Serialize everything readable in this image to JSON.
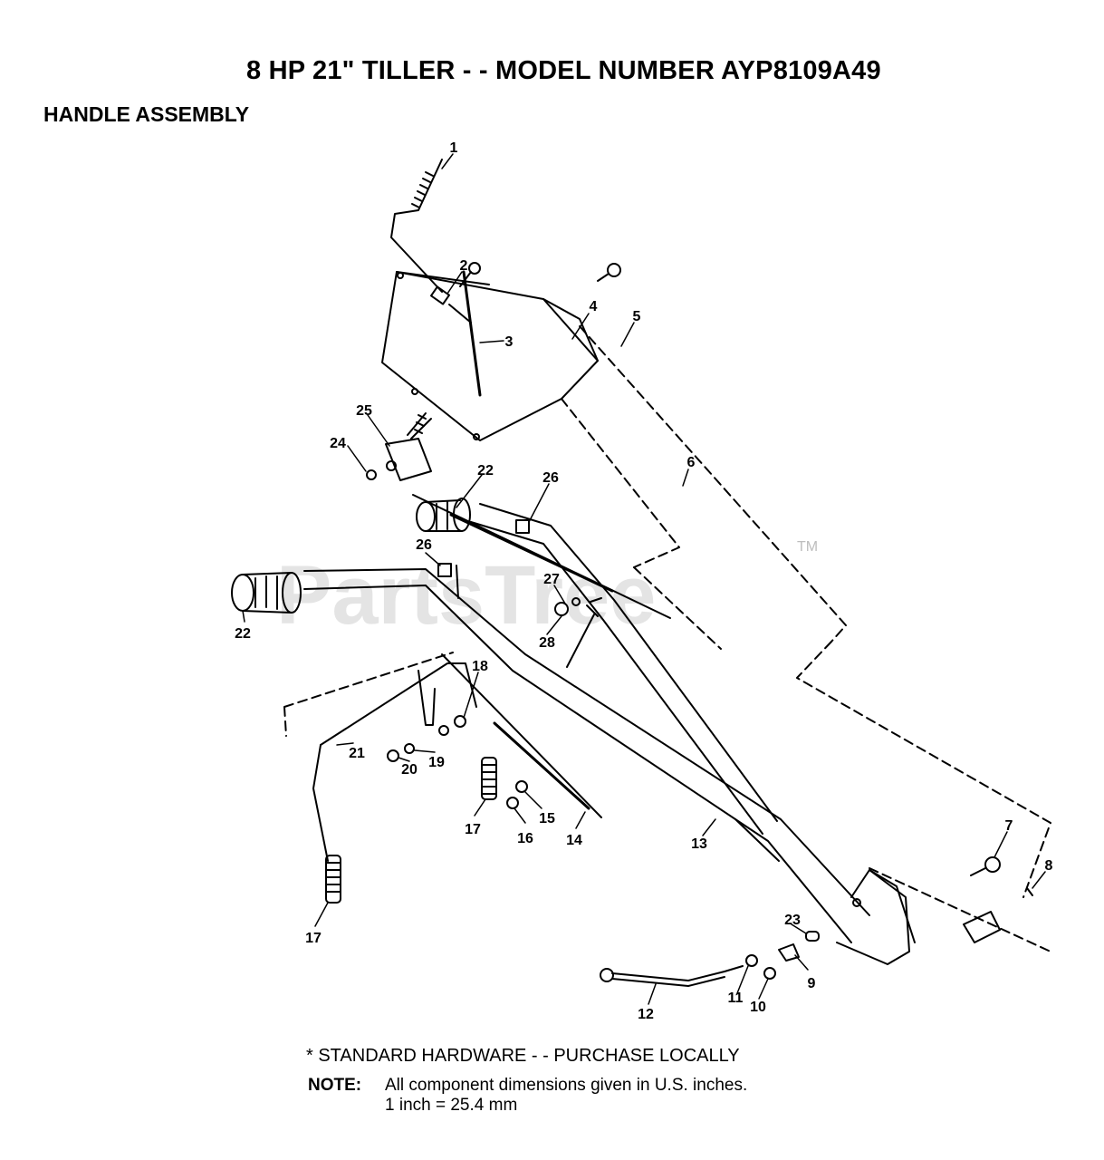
{
  "header": {
    "title": "8 HP 21\" TILLER - - MODEL NUMBER AYP8109A49",
    "subtitle": "HANDLE ASSEMBLY"
  },
  "watermark": {
    "text": "PartsTree",
    "tm": "TM"
  },
  "callouts": {
    "c1": "1",
    "c2": "2",
    "c3": "3",
    "c4": "4",
    "c5": "5",
    "c6": "6",
    "c7": "7",
    "c8": "8",
    "c9": "9",
    "c10": "10",
    "c11": "11",
    "c12": "12",
    "c13": "13",
    "c14": "14",
    "c15": "15",
    "c16": "16",
    "c17a": "17",
    "c17b": "17",
    "c18": "18",
    "c19": "19",
    "c20": "20",
    "c21": "21",
    "c22a": "22",
    "c22b": "22",
    "c23": "23",
    "c24": "24",
    "c25": "25",
    "c26a": "26",
    "c26b": "26",
    "c27": "27",
    "c28": "28"
  },
  "footer": {
    "standard_hardware": "*  STANDARD HARDWARE - - PURCHASE LOCALLY",
    "note_label": "NOTE:",
    "note_line1": "All component dimensions given in U.S. inches.",
    "note_line2": "1 inch = 25.4 mm"
  }
}
